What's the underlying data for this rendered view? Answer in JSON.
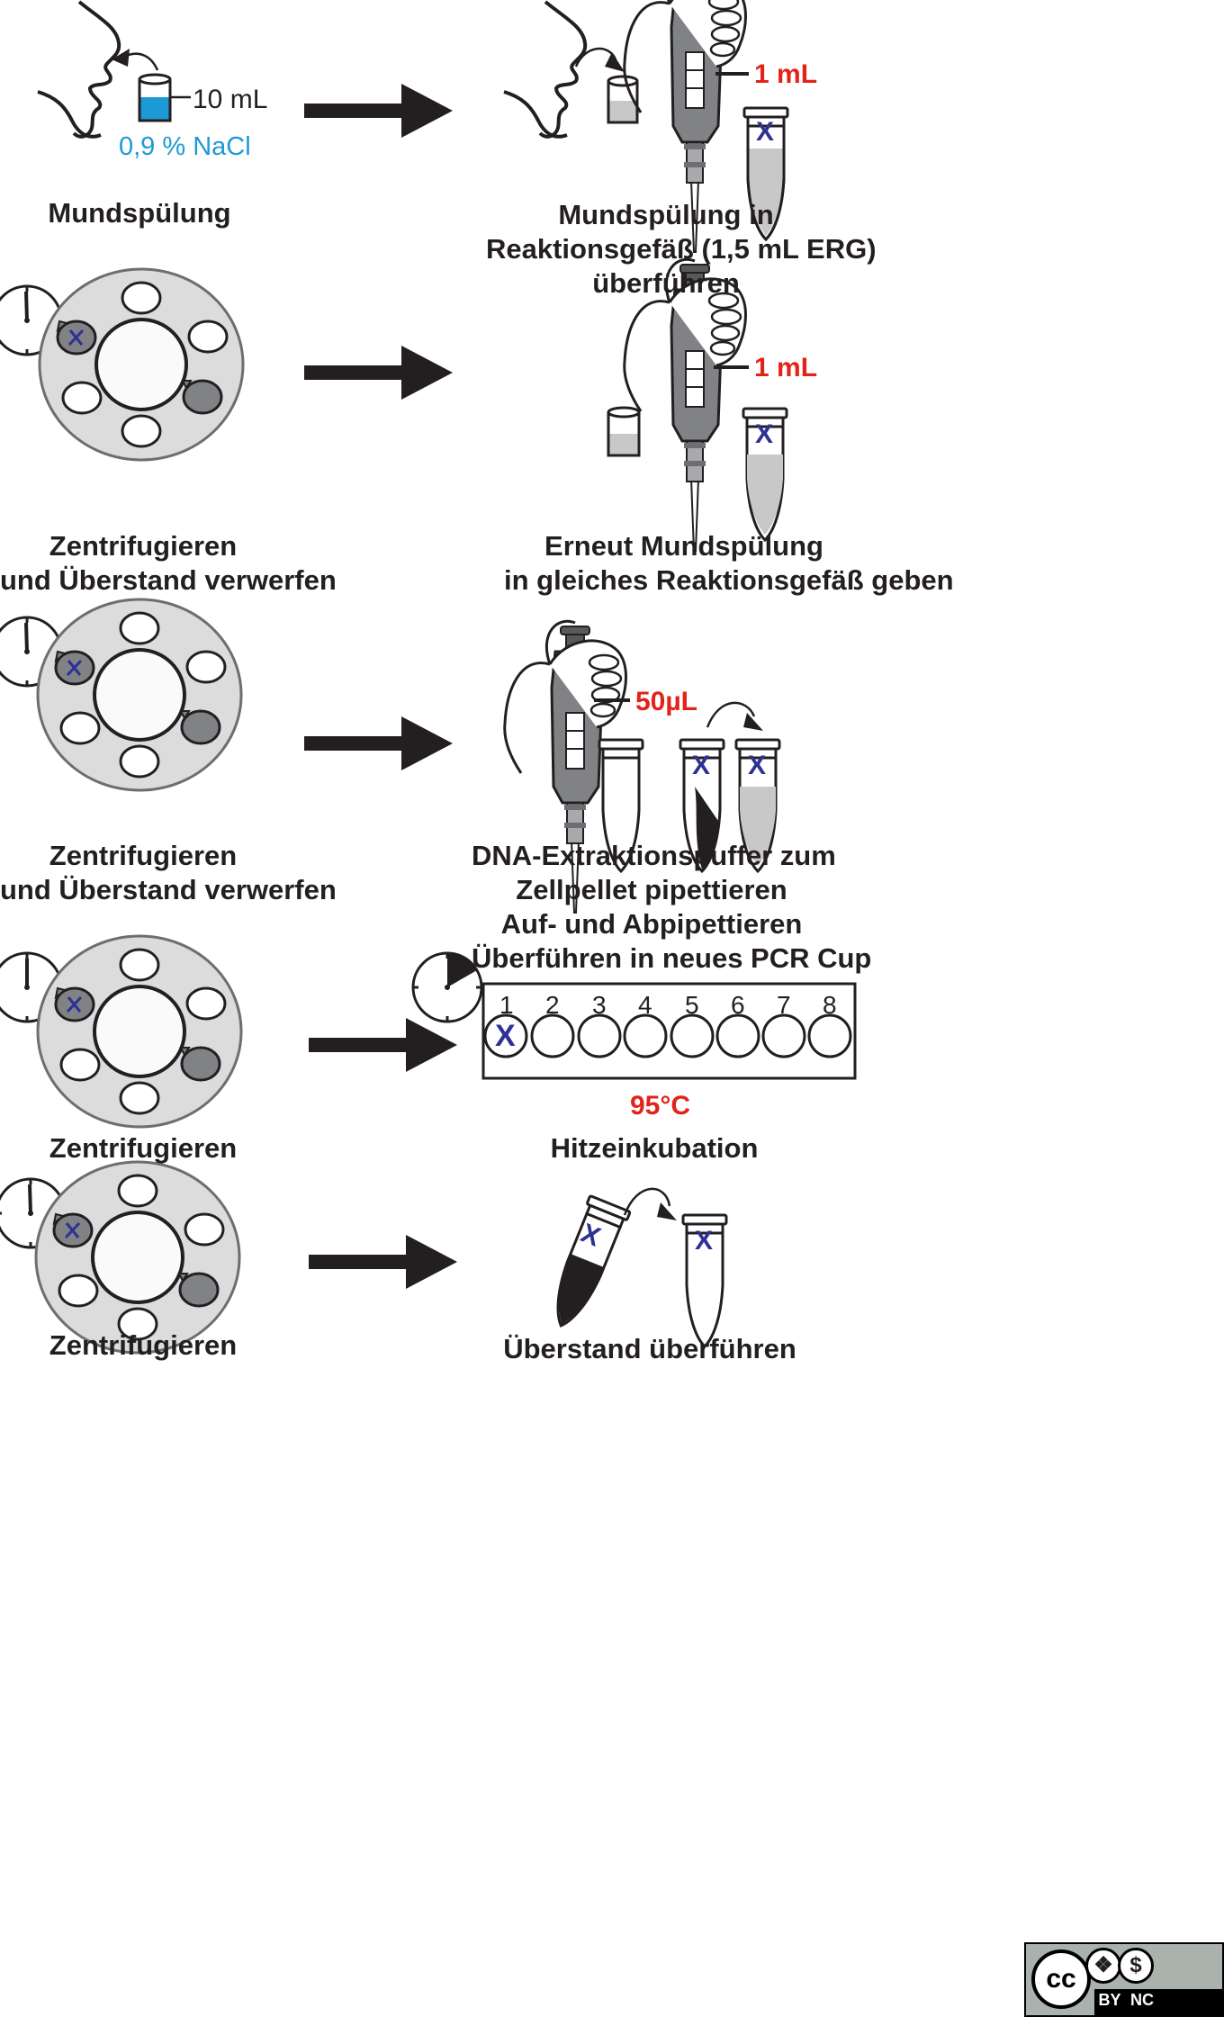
{
  "steps": [
    {
      "left_label": [
        "Mundspülung"
      ],
      "right_label": [
        "Mundspülung in",
        "Reaktionsgefäß (1,5 mL ERG)",
        "überführen"
      ],
      "cup_volume": "10 mL",
      "solution": "0,9 % NaCl",
      "pipette_volume": "1 mL"
    },
    {
      "left_label": [
        "Zentrifugieren",
        "und Überstand verwerfen"
      ],
      "right_label": [
        "Erneut Mundspülung",
        "in gleiches Reaktionsgefäß geben"
      ],
      "pipette_volume": "1 mL"
    },
    {
      "left_label": [
        "Zentrifugieren",
        "und Überstand verwerfen"
      ],
      "right_label": [
        "DNA-Extraktionspuffer zum",
        "Zellpellet pipettieren",
        "Auf- und Abpipettieren",
        "Überführen in neues PCR Cup"
      ],
      "pipette_volume": "50µL"
    },
    {
      "left_label": [
        "Zentrifugieren"
      ],
      "right_label": [
        "Hitzeinkubation"
      ],
      "temperature": "95°C",
      "strip_numbers": [
        "1",
        "2",
        "3",
        "4",
        "5",
        "6",
        "7",
        "8"
      ],
      "strip_mark": "X"
    },
    {
      "left_label": [
        "Zentrifugieren"
      ],
      "right_label": [
        "Überstand überführen"
      ]
    }
  ],
  "tube_mark": "X",
  "license": {
    "badge": "cc",
    "by": "BY",
    "nc": "NC"
  },
  "colors": {
    "accent_red": "#e2231a",
    "nacl_blue": "#1d9ad6",
    "text": "#231f20",
    "rotor_fill": "#dcdcdc",
    "tube_fill": "#c8c8c8",
    "mark_blue": "#2e3192"
  }
}
